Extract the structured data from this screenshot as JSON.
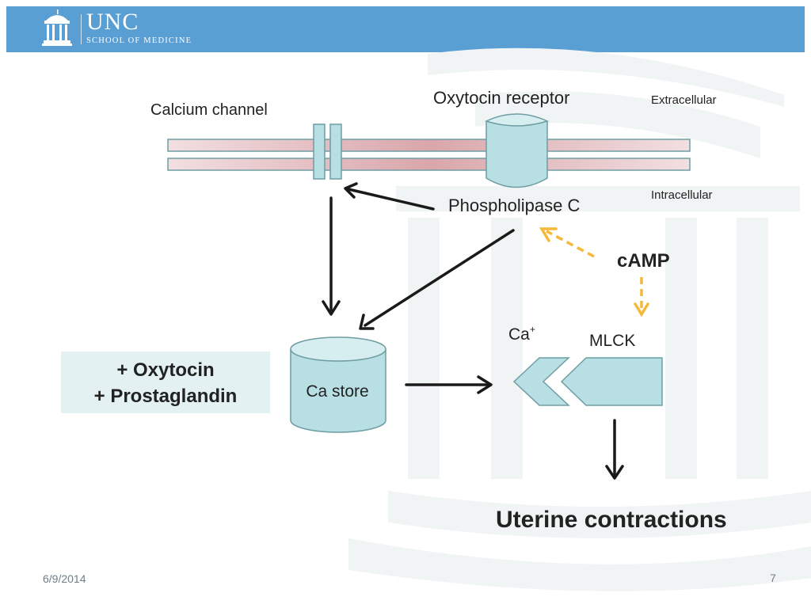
{
  "header": {
    "logo_name": "UNC",
    "logo_subtitle": "SCHOOL OF MEDICINE",
    "brand_color": "#5a9fd4"
  },
  "diagram": {
    "labels": {
      "calcium_channel": "Calcium channel",
      "oxytocin_receptor": "Oxytocin receptor",
      "extracellular": "Extracellular",
      "intracellular": "Intracellular",
      "phospholipase_c": "Phospholipase C",
      "camp": "cAMP",
      "ca_ion": "Ca",
      "ca_ion_sup": "+",
      "mlck": "MLCK",
      "ca_store": "Ca store",
      "uterine_contractions": "Uterine contractions"
    },
    "hormones": [
      "+ Oxytocin",
      "+ Prostaglandin"
    ],
    "colors": {
      "membrane": "#e2b9bd",
      "shape_fill": "#b8dfe3",
      "shape_stroke": "#6e9ea3",
      "arrow": "#1a1a1a",
      "camp_arrow": "#f5b93a",
      "hormone_box": "#e3f1f3"
    }
  },
  "footer": {
    "date": "6/9/2014",
    "page_number": "7"
  }
}
